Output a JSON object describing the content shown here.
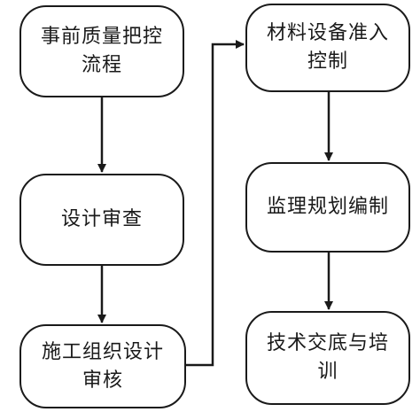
{
  "diagram": {
    "type": "flowchart",
    "stroke_color": "#1a1a1a",
    "nodes": [
      {
        "id": "n1",
        "text": "事前质量把控流程"
      },
      {
        "id": "n2",
        "text": "设计审查"
      },
      {
        "id": "n3",
        "text": "施工组织设计审核"
      },
      {
        "id": "n4",
        "text": "材料设备准入控制"
      },
      {
        "id": "n5",
        "text": "监理规划编制"
      },
      {
        "id": "n6",
        "text": "技术交底与培训"
      }
    ],
    "edges": [
      {
        "from": "n1",
        "to": "n2"
      },
      {
        "from": "n2",
        "to": "n3"
      },
      {
        "from": "n3",
        "to": "n4"
      },
      {
        "from": "n4",
        "to": "n5"
      },
      {
        "from": "n5",
        "to": "n6"
      }
    ]
  }
}
